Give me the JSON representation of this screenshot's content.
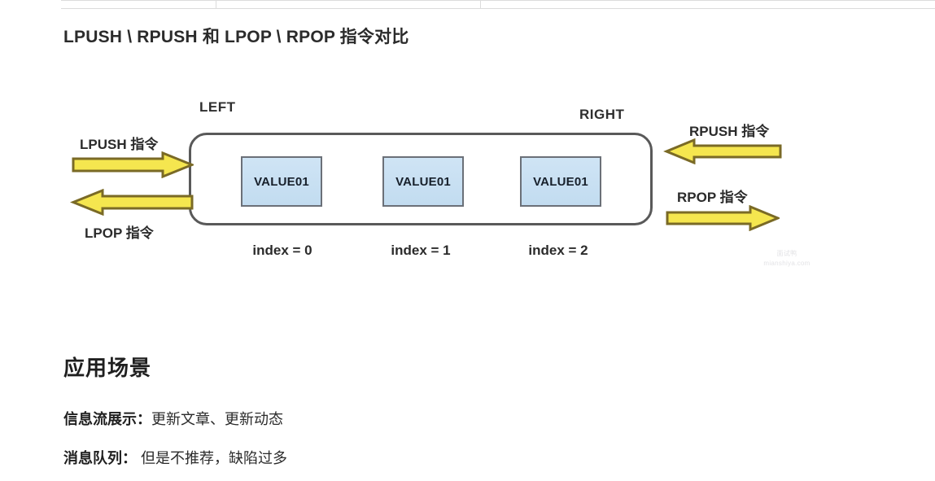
{
  "title": "LPUSH \\ RPUSH 和 LPOP \\ RPOP 指令对比",
  "diagram": {
    "side_labels": {
      "left": "LEFT",
      "right": "RIGHT"
    },
    "cells": [
      {
        "value": "VALUE01",
        "index_label": "index = 0"
      },
      {
        "value": "VALUE01",
        "index_label": "index = 1"
      },
      {
        "value": "VALUE01",
        "index_label": "index = 2"
      }
    ],
    "arrows": [
      {
        "id": "lpush",
        "label": "LPUSH 指令",
        "direction": "right",
        "side": "left",
        "label_position": "above"
      },
      {
        "id": "lpop",
        "label": "LPOP 指令",
        "direction": "left",
        "side": "left",
        "label_position": "below"
      },
      {
        "id": "rpush",
        "label": "RPUSH 指令",
        "direction": "left",
        "side": "right",
        "label_position": "above"
      },
      {
        "id": "rpop",
        "label": "RPOP 指令",
        "direction": "right",
        "side": "right",
        "label_position": "above"
      }
    ],
    "colors": {
      "arrow_fill": "#F5E64F",
      "arrow_stroke": "#7A6A26",
      "cell_fill": "#C8E0F3",
      "cell_stroke": "#6B7078",
      "container_stroke": "#595959"
    }
  },
  "watermark": {
    "cn": "面试鸭",
    "url": "mianshiya.com"
  },
  "section": {
    "heading": "应用场景",
    "items": [
      {
        "key": "信息流展示：",
        "value": "更新文章、更新动态"
      },
      {
        "key": "消息队列：",
        "value": " 但是不推荐，缺陷过多"
      }
    ]
  }
}
